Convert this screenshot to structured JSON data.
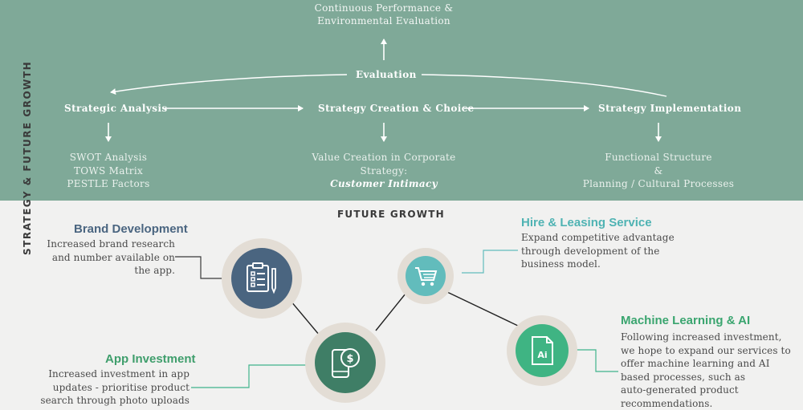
{
  "top": {
    "header_lines": [
      "Continuous Performance &",
      "Environmental Evaluation"
    ],
    "evaluation": "Evaluation",
    "stages": [
      {
        "label": "Strategic Analysis",
        "details": [
          "SWOT Analysis",
          "TOWS Matrix",
          "PESTLE Factors"
        ]
      },
      {
        "label": "Strategy Creation & Choice",
        "details": [
          "Value Creation in Corporate",
          "Strategy:"
        ],
        "emphasis": "Customer Intimacy"
      },
      {
        "label": "Strategy Implementation",
        "details": [
          "Functional Structure",
          "&",
          "Planning / Cultural Processes"
        ]
      }
    ]
  },
  "side_label": "STRATEGY & FUTURE GROWTH",
  "future_growth": {
    "title": "FUTURE GROWTH",
    "items": [
      {
        "title": "Brand Development",
        "lines": [
          "Increased brand research",
          "and number available on",
          "the app."
        ],
        "color": "#4a6580",
        "icon": "clipboard-pencil-icon"
      },
      {
        "title": "App Investment",
        "lines": [
          "Increased investment in app",
          "updates - prioritise product",
          "search through photo uploads"
        ],
        "color": "#3f7e66",
        "icon": "phone-dollar-icon"
      },
      {
        "title": "Hire & Leasing Service",
        "lines": [
          "Expand competitive advantage",
          "through development of the",
          "business model."
        ],
        "color": "#62bcbc",
        "icon": "shopping-cart-icon"
      },
      {
        "title": "Machine Learning & AI",
        "lines": [
          "Following increased investment,",
          "we hope to expand our services to",
          "offer machine learning and AI",
          "based processes, such as",
          "auto-generated product",
          "recommendations."
        ],
        "color": "#3fb483",
        "icon": "ai-file-icon",
        "icon_text": "Ai"
      }
    ]
  }
}
